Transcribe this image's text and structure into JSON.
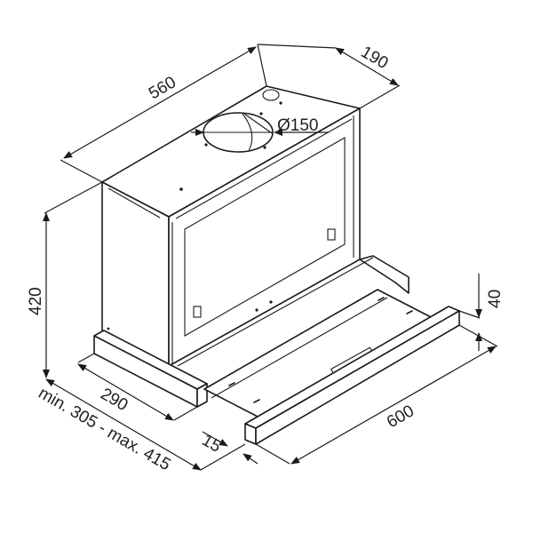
{
  "diagram": {
    "subject": "telescopic range hood dimension drawing",
    "line_color": "#1a1a1a",
    "background": "#ffffff",
    "dimensions": {
      "width_top": "560",
      "depth_top": "190",
      "duct_diameter": "Ø150",
      "height": "420",
      "base_depth": "290",
      "extension_range": "min. 305 - max. 415",
      "front_offset": "15",
      "front_width": "600",
      "front_panel_height": "40"
    }
  }
}
